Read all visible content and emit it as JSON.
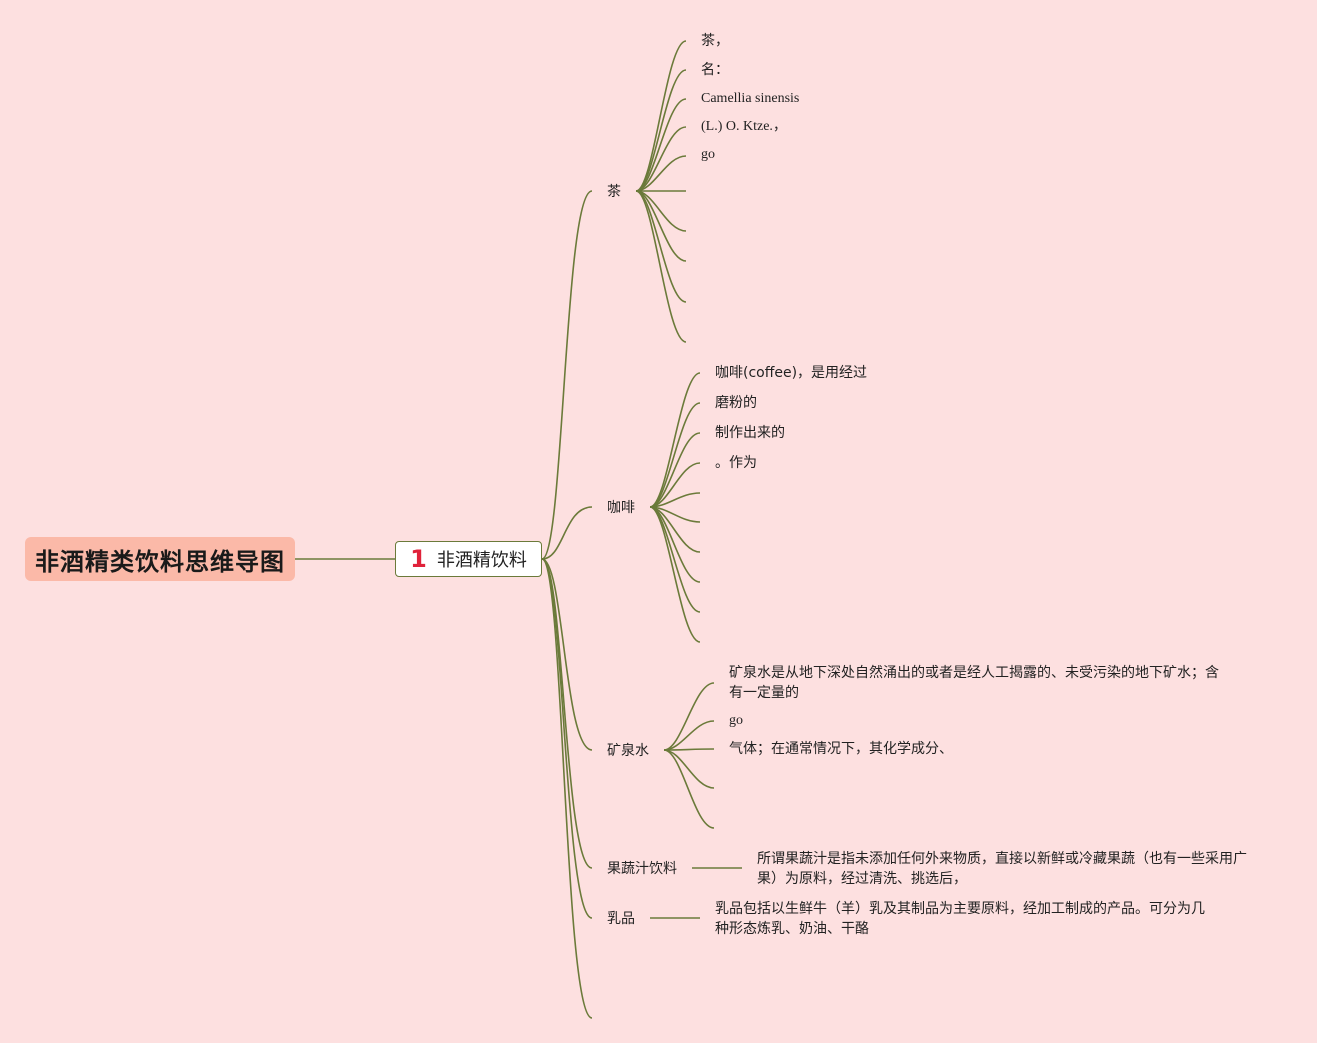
{
  "root": {
    "title": "非酒精类饮料思维导图"
  },
  "subroot": {
    "index": "1",
    "title": "非酒精饮料"
  },
  "branches": {
    "tea": {
      "label": "茶",
      "leaves": [
        "茶，",
        "名：",
        "Camellia sinensis",
        "(L.) O. Ktze.，",
        "go"
      ]
    },
    "coffee": {
      "label": "咖啡",
      "leaves": [
        "咖啡(coffee)，是用经过",
        "磨粉的",
        "制作出来的",
        "。作为"
      ]
    },
    "mineral": {
      "label": "矿泉水",
      "leaves": [
        "矿泉水是从地下深处自然涌出的或者是经人工揭露的、未受污染的地下矿水；含有一定量的",
        "go",
        "气体；在通常情况下，其化学成分、"
      ]
    },
    "juice": {
      "label": "果蔬汁饮料",
      "text": "所谓果蔬汁是指未添加任何外来物质，直接以新鲜或冷藏果蔬（也有一些采用广果）为原料，经过清洗、挑选后，"
    },
    "dairy": {
      "label": "乳品",
      "text": "乳品包括以生鲜牛（羊）乳及其制品为主要原料，经加工制成的产品。可分为几种形态炼乳、奶油、干酪"
    }
  },
  "colors": {
    "background": "#fde0e0",
    "line": "#6b7a3a",
    "root_fill": "#fbb9a8",
    "badge": "#e0223a"
  }
}
